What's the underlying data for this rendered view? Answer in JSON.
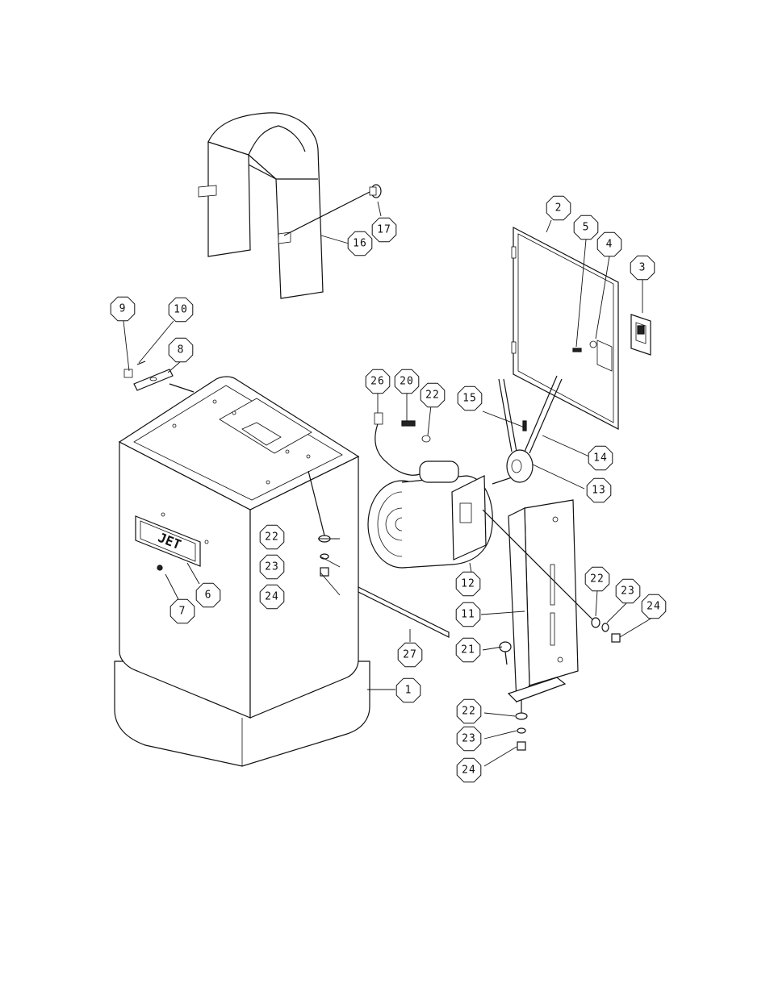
{
  "diagram": {
    "callouts": [
      {
        "label": "1"
      },
      {
        "label": "2"
      },
      {
        "label": "3"
      },
      {
        "label": "4"
      },
      {
        "label": "5"
      },
      {
        "label": "6"
      },
      {
        "label": "7"
      },
      {
        "label": "8"
      },
      {
        "label": "9"
      },
      {
        "label": "10"
      },
      {
        "label": "11"
      },
      {
        "label": "12"
      },
      {
        "label": "13"
      },
      {
        "label": "14"
      },
      {
        "label": "15"
      },
      {
        "label": "16"
      },
      {
        "label": "17"
      },
      {
        "label": "20"
      },
      {
        "label": "21"
      },
      {
        "label": "22"
      },
      {
        "label": "22"
      },
      {
        "label": "22"
      },
      {
        "label": "22"
      },
      {
        "label": "23"
      },
      {
        "label": "23"
      },
      {
        "label": "23"
      },
      {
        "label": "24"
      },
      {
        "label": "24"
      },
      {
        "label": "24"
      },
      {
        "label": "26"
      },
      {
        "label": "27"
      }
    ]
  }
}
